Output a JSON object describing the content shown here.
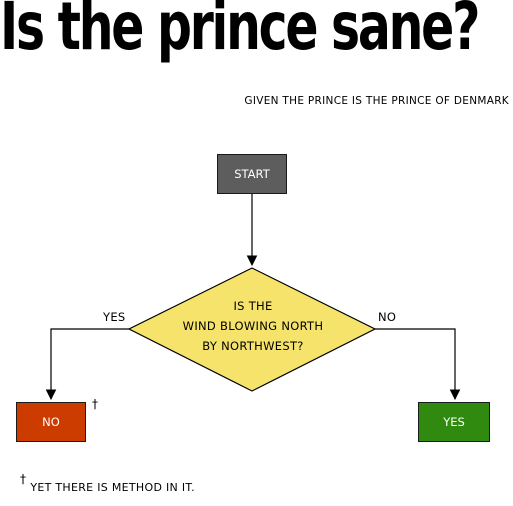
{
  "title": "Is the prince sane?",
  "subtitle": "GIVEN THE PRINCE IS THE PRINCE OF DENMARK",
  "flowchart": {
    "start": "START",
    "decision_lines": [
      "IS THE",
      "WIND BLOWING NORTH",
      "BY NORTHWEST?"
    ],
    "branch_yes_label": "YES",
    "branch_no_label": "NO",
    "outcome_left": "NO",
    "outcome_right": "YES",
    "dagger": "†"
  },
  "footnote": {
    "mark": "†",
    "text": "YET THERE IS METHOD IN IT."
  },
  "colors": {
    "start": "#5d5d5d",
    "decision": "#f5e36c",
    "outcome_no": "#cc3b00",
    "outcome_yes": "#2f8a0f"
  }
}
